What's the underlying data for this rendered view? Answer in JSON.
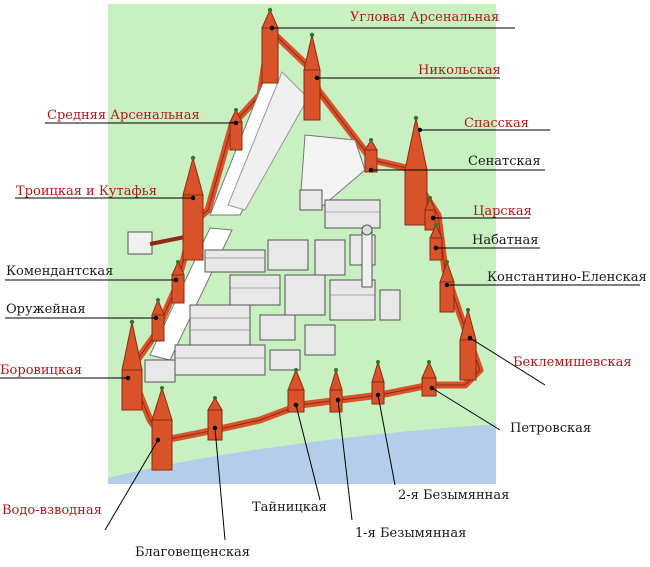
{
  "colors": {
    "ground": "#c8f0c0",
    "river": "#b4cdea",
    "wall": "#d8522a",
    "wall_dark": "#8e2a12",
    "red_label": "#b01818",
    "dark_label": "#1a1a1a",
    "spire": "#2a7a2a"
  },
  "labels": {
    "uglovaya_arsenalnaya": "Угловая Арсенальная",
    "nikolskaya": "Никольская",
    "srednyaya_arsenalnaya": "Средняя Арсенальная",
    "spasskaya": "Спасская",
    "senatskaya": "Сенатская",
    "troitskaya": "Троицкая и Кутафья",
    "tsarskaya": "Царская",
    "nabatnaya": "Набатная",
    "komendantskaya": "Комендантская",
    "konstantino_elenskaya": "Константино-Еленская",
    "oruzheynaya": "Оружейная",
    "borovitskaya": "Боровицкая",
    "beklemishevskaya": "Беклемишевская",
    "petrovskaya": "Петровская",
    "vodovzvodnaya": "Водо-взводная",
    "taynitskaya": "Тайницкая",
    "vtoraya_bezymyannaya": "2-я Безымянная",
    "pervaya_bezymyannaya": "1-я Безымянная",
    "blagoveshchenskaya": "Благовещенская"
  }
}
